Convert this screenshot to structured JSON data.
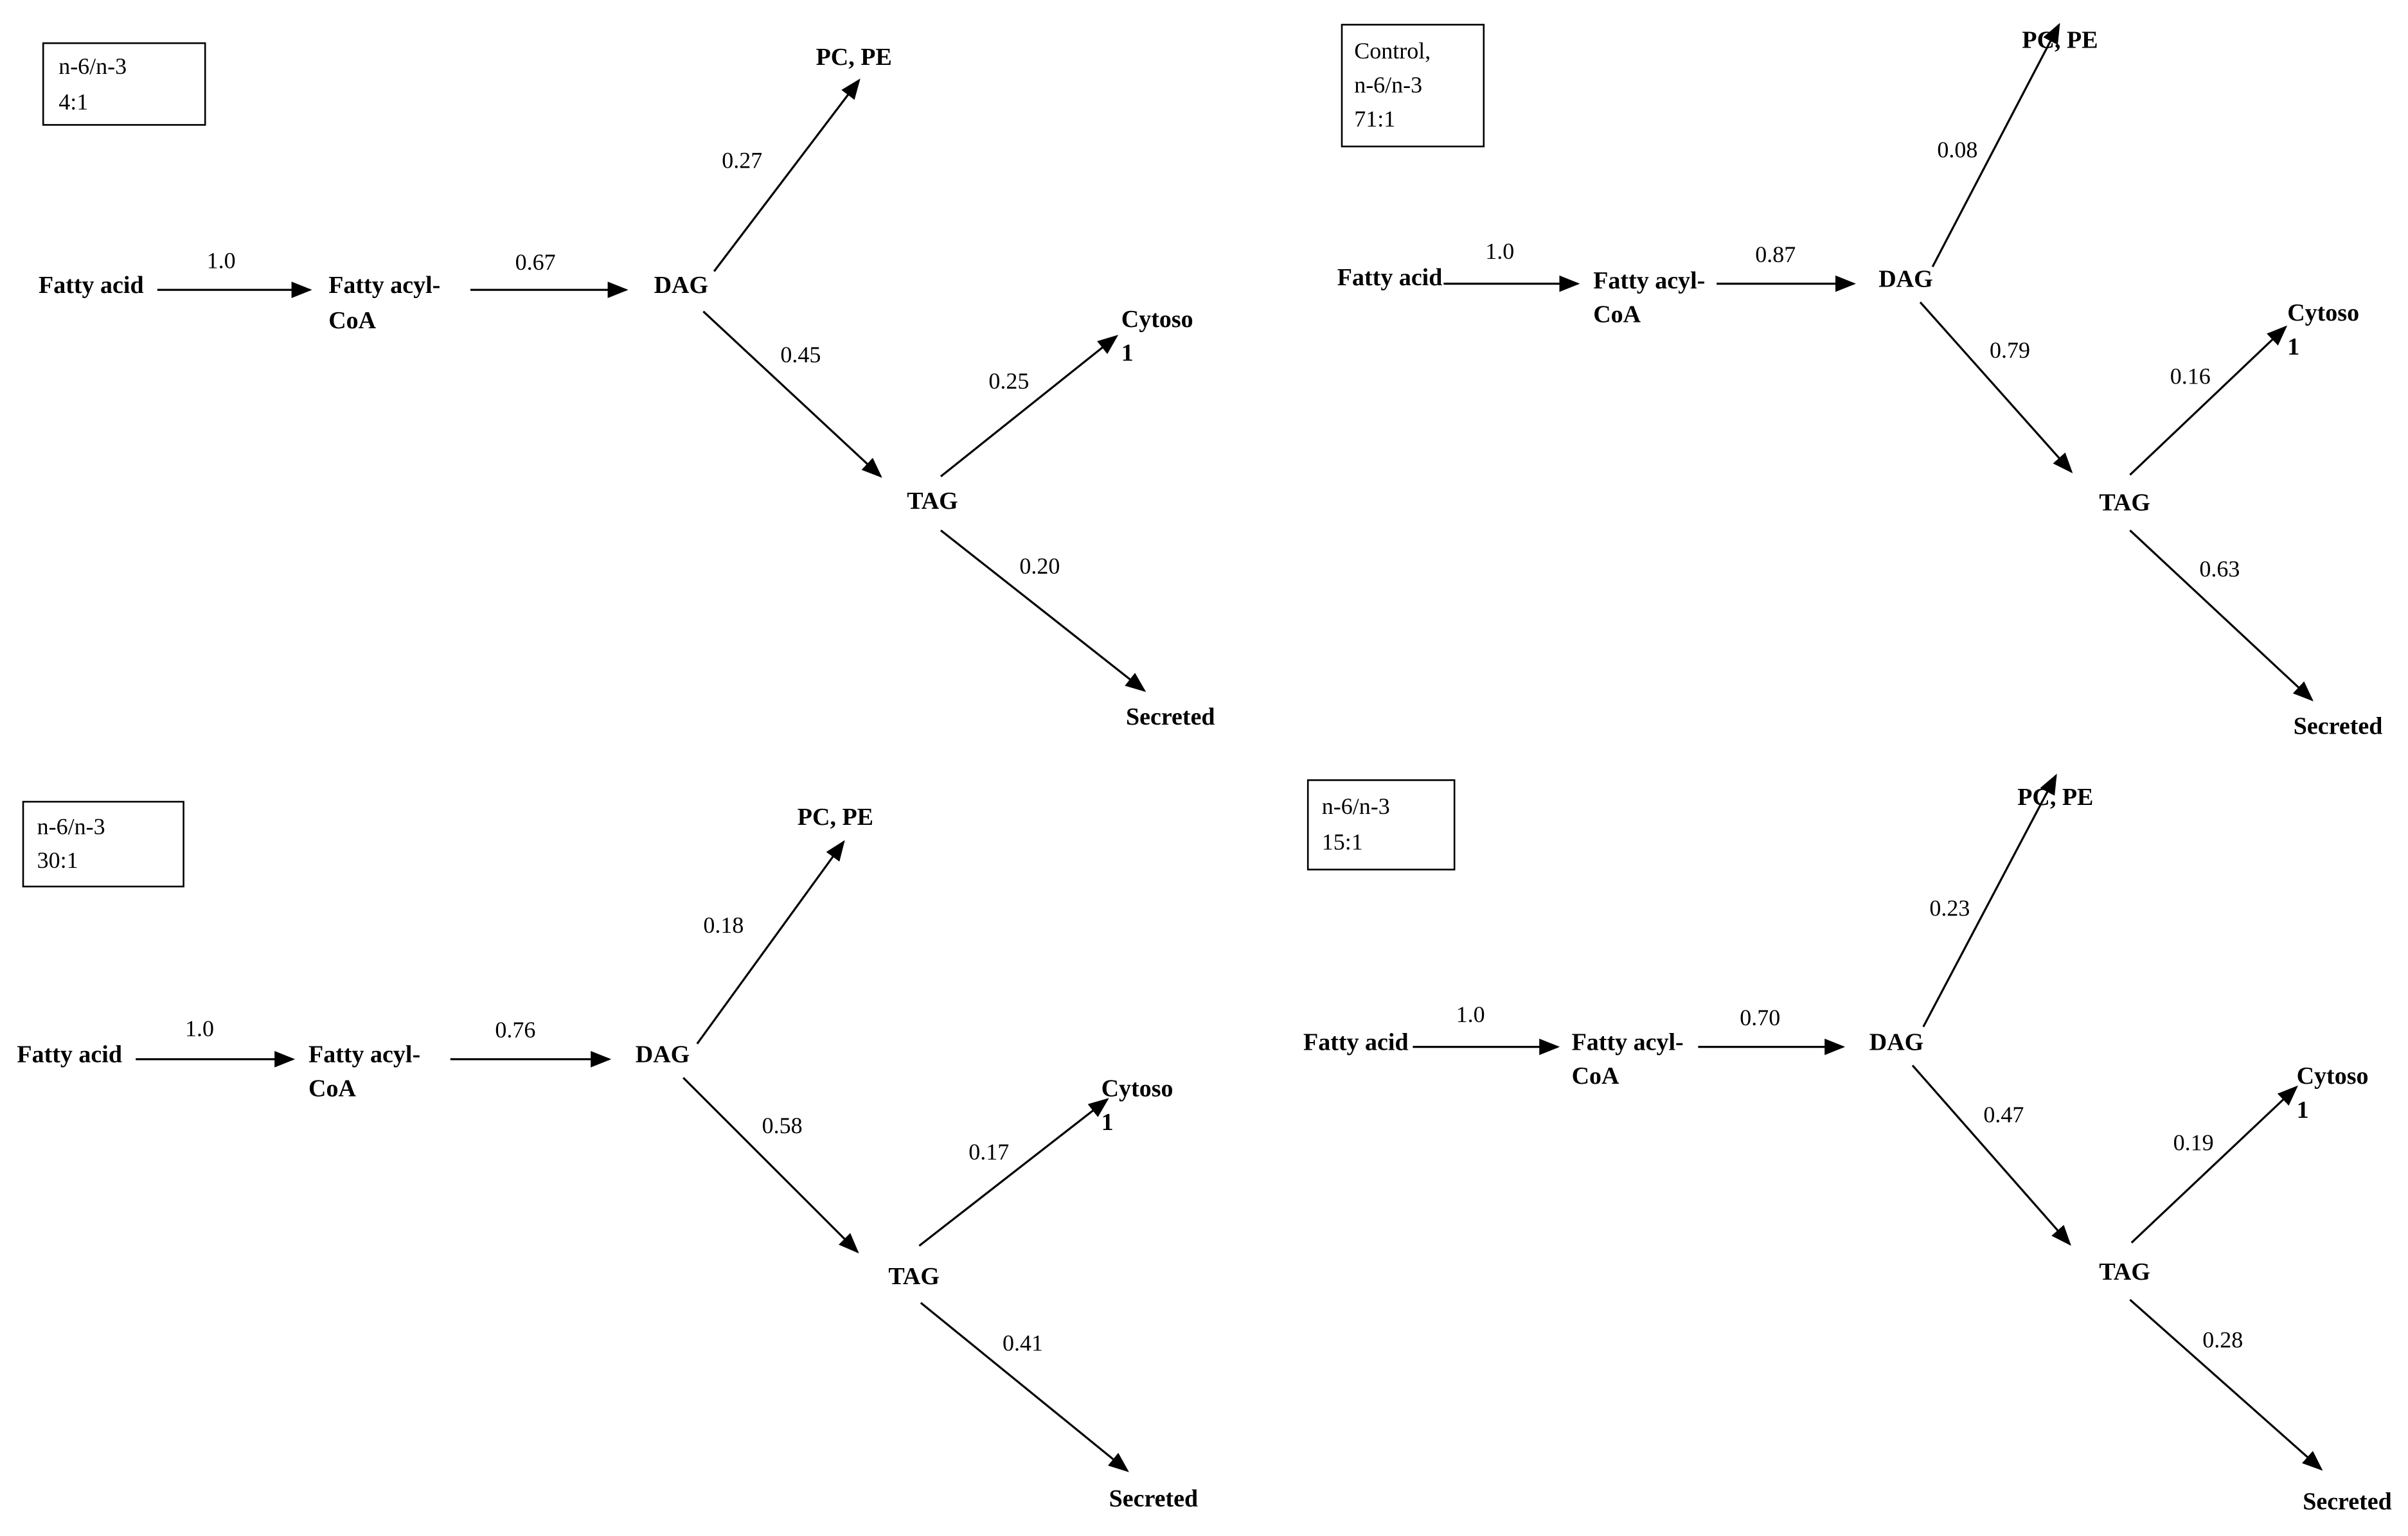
{
  "panels": [
    {
      "condition_lines": [
        "n-6/n-3",
        "4:1"
      ],
      "nodes": {
        "fatty_acid": "Fatty acid",
        "fatty_acyl_coa": [
          "Fatty acyl-",
          "CoA"
        ],
        "dag": "DAG",
        "pc_pe": "PC, PE",
        "tag": "TAG",
        "cytosol": [
          "Cytoso",
          "1"
        ],
        "secreted": "Secreted"
      },
      "values": {
        "fa_to_coa": "1.0",
        "coa_to_dag": "0.67",
        "dag_to_pcpe": "0.27",
        "dag_to_tag": "0.45",
        "tag_to_cytosol": "0.25",
        "tag_to_secreted": "0.20"
      }
    },
    {
      "condition_lines": [
        "Control,",
        "n-6/n-3",
        "71:1"
      ],
      "nodes": {
        "fatty_acid": "Fatty acid",
        "fatty_acyl_coa": [
          "Fatty acyl-",
          "CoA"
        ],
        "dag": "DAG",
        "pc_pe": "PC, PE",
        "tag": "TAG",
        "cytosol": [
          "Cytoso",
          "1"
        ],
        "secreted": "Secreted"
      },
      "values": {
        "fa_to_coa": "1.0",
        "coa_to_dag": "0.87",
        "dag_to_pcpe": "0.08",
        "dag_to_tag": "0.79",
        "tag_to_cytosol": "0.16",
        "tag_to_secreted": "0.63"
      }
    },
    {
      "condition_lines": [
        "n-6/n-3",
        "30:1"
      ],
      "nodes": {
        "fatty_acid": "Fatty acid",
        "fatty_acyl_coa": [
          "Fatty acyl-",
          "CoA"
        ],
        "dag": "DAG",
        "pc_pe": "PC, PE",
        "tag": "TAG",
        "cytosol": [
          "Cytoso",
          "1"
        ],
        "secreted": "Secreted"
      },
      "values": {
        "fa_to_coa": "1.0",
        "coa_to_dag": "0.76",
        "dag_to_pcpe": "0.18",
        "dag_to_tag": "0.58",
        "tag_to_cytosol": "0.17",
        "tag_to_secreted": "0.41"
      }
    },
    {
      "condition_lines": [
        "n-6/n-3",
        "15:1"
      ],
      "nodes": {
        "fatty_acid": "Fatty acid",
        "fatty_acyl_coa": [
          "Fatty acyl-",
          "CoA"
        ],
        "dag": "DAG",
        "pc_pe": "PC, PE",
        "tag": "TAG",
        "cytosol": [
          "Cytoso",
          "1"
        ],
        "secreted": "Secreted"
      },
      "values": {
        "fa_to_coa": "1.0",
        "coa_to_dag": "0.70",
        "dag_to_pcpe": "0.23",
        "dag_to_tag": "0.47",
        "tag_to_cytosol": "0.19",
        "tag_to_secreted": "0.28"
      }
    }
  ]
}
